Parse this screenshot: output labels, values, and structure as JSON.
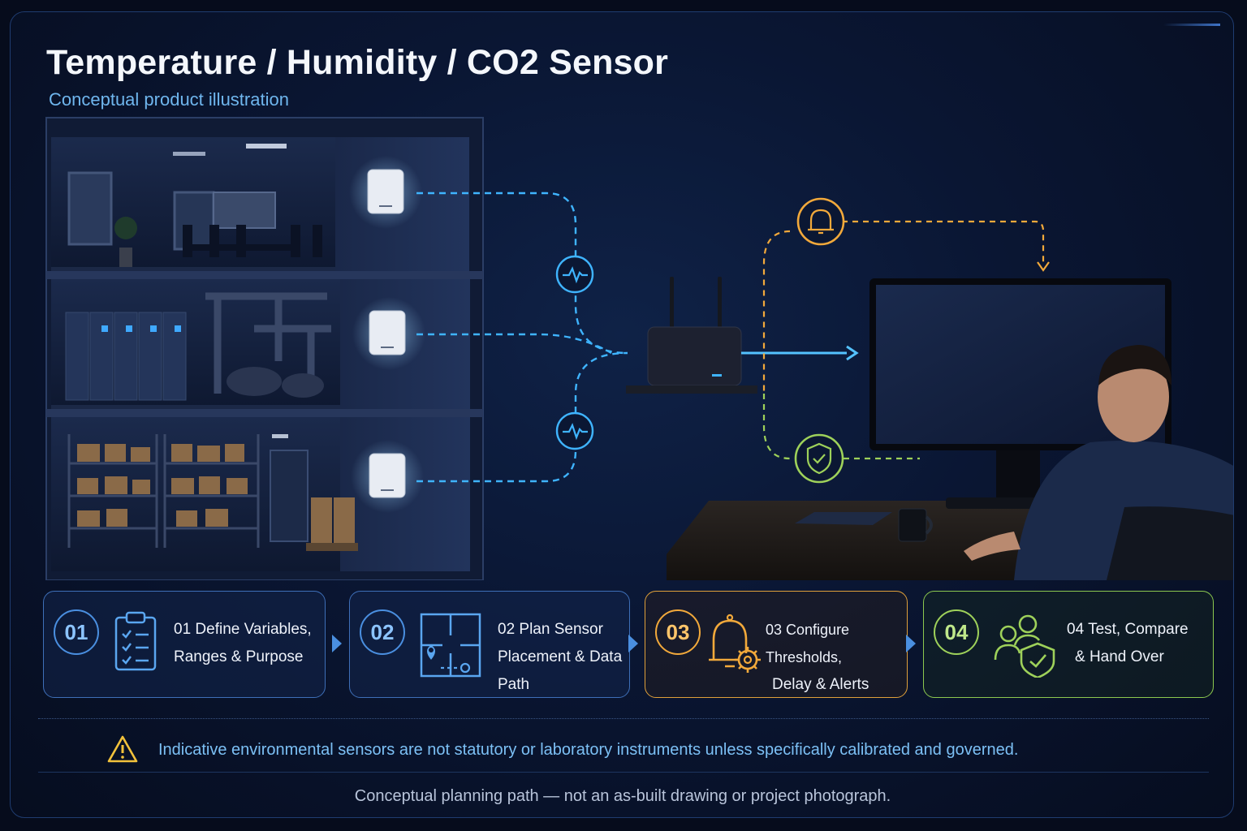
{
  "header": {
    "title": "Temperature / Humidity / CO2 Sensor",
    "subtitle": "Conceptual product illustration"
  },
  "scene": {
    "floors": [
      "meeting room",
      "plant room",
      "warehouse"
    ],
    "colors": {
      "data_link": "#3fb4ff",
      "alert_path": "#f2a93b",
      "ok_path": "#9ed15a"
    }
  },
  "steps": [
    {
      "number": "01",
      "line1": "01 Define Variables,",
      "line2": "Ranges & Purpose",
      "icon": "clipboard-checklist-icon",
      "color": "#4a8fe0"
    },
    {
      "number": "02",
      "line1": "02 Plan Sensor",
      "line2": "Placement & Data Path",
      "icon": "floor-plan-icon",
      "color": "#4a8fe0"
    },
    {
      "number": "03",
      "line1": "03 Configure Thresholds,",
      "line2": "Delay & Alerts",
      "icon": "bell-gear-icon",
      "color": "#f2a93b"
    },
    {
      "number": "04",
      "line1": "04 Test, Compare",
      "line2": "& Hand Over",
      "icon": "users-shield-icon",
      "color": "#9ed15a"
    }
  ],
  "warning": {
    "text": "Indicative environmental sensors are not statutory or laboratory instruments unless specifically calibrated and governed.",
    "icon": "warning-triangle-icon",
    "color": "#f2c23b"
  },
  "footer": {
    "text": "Conceptual planning path — not an as-built drawing or project photograph."
  }
}
